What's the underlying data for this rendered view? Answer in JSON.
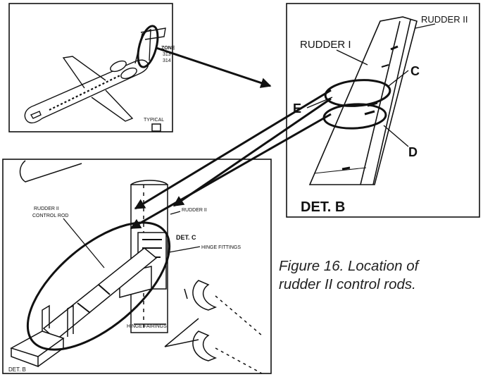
{
  "panel_overview": {
    "zone_label": "ZONE",
    "zone_numbers": [
      "313",
      "314"
    ],
    "typical_label": "TYPICAL"
  },
  "panel_det_b": {
    "rudder_1": "RUDDER I",
    "rudder_2": "RUDDER II",
    "callout_c": "C",
    "callout_d": "D",
    "callout_e": "E",
    "title": "DET. B"
  },
  "panel_det_c": {
    "control_rod_line1": "RUDDER II",
    "control_rod_line2": "CONTROL ROD",
    "rudder_2": "RUDDER II",
    "det_c": "DET. C",
    "hinge_fittings": "HINGE FITTINGS",
    "hinge_fairings": "HINGE FAIRINGS",
    "det_b": "DET. B"
  },
  "caption": {
    "line1": "Figure 16. Location of",
    "line2": "rudder II control rods."
  }
}
